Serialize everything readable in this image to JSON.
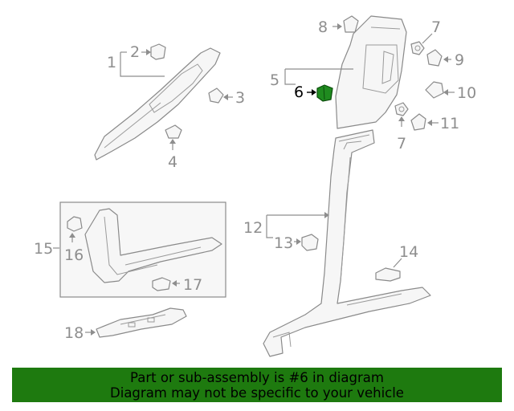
{
  "callouts": {
    "c1": "1",
    "c2": "2",
    "c3": "3",
    "c4": "4",
    "c5": "5",
    "c6": "6",
    "c7a": "7",
    "c7b": "7",
    "c8": "8",
    "c9": "9",
    "c10": "10",
    "c11": "11",
    "c12": "12",
    "c13": "13",
    "c14": "14",
    "c15": "15",
    "c16": "16",
    "c17": "17",
    "c18": "18"
  },
  "highlight": {
    "part_number": "6",
    "color": "#1f8b1f"
  },
  "banner": {
    "line1": "Part or sub-assembly is #6 in diagram",
    "line2": "Diagram may not be specific to your vehicle",
    "color": "#1e7a0f"
  }
}
